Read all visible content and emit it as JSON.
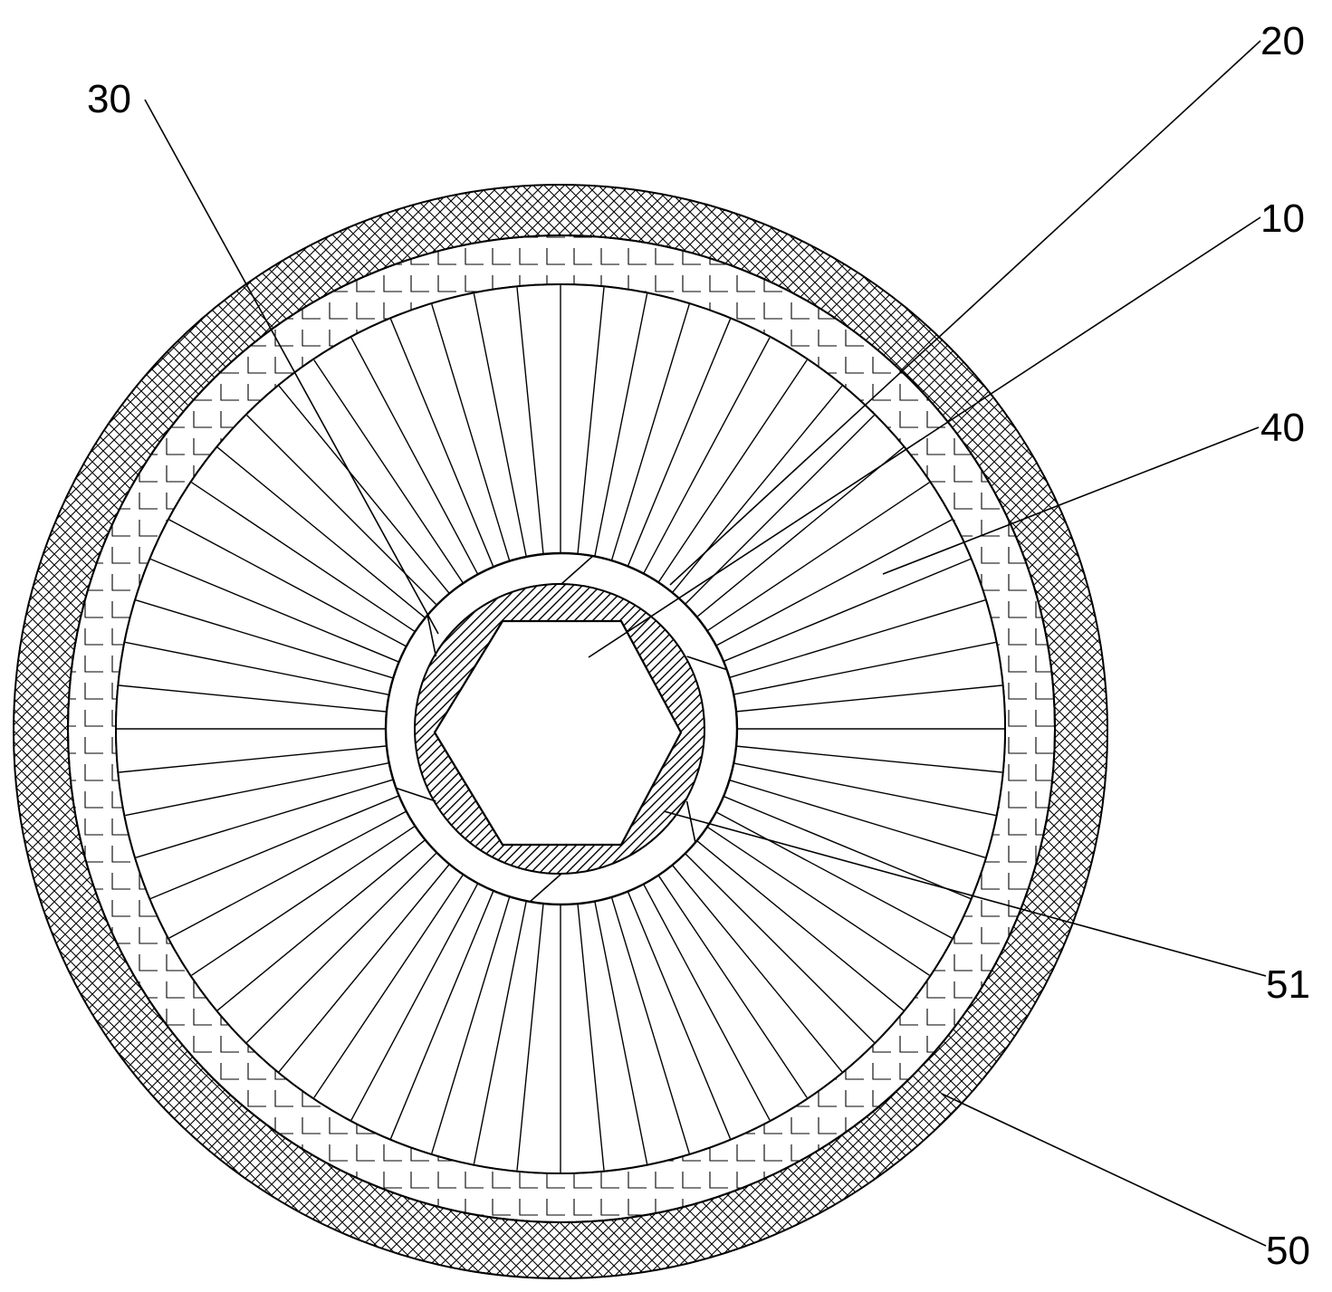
{
  "labels": {
    "l20": "20",
    "l30": "30",
    "l10": "10",
    "l40": "40",
    "l51": "51",
    "l50": "50"
  },
  "diagram": {
    "radial_spoke_count": 64,
    "line_color": "#000000",
    "background": "#ffffff"
  }
}
